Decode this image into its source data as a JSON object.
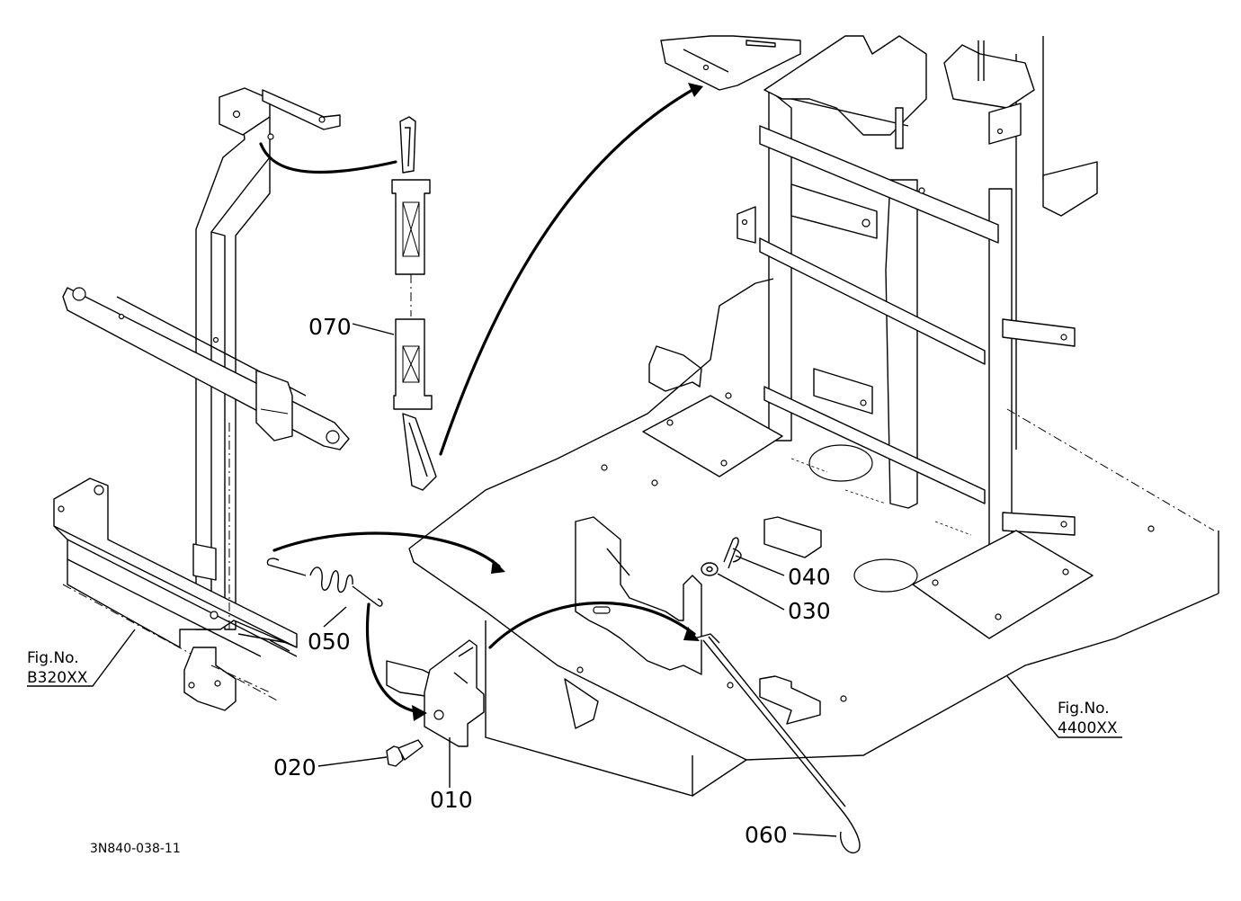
{
  "drawing_code": "3N840-038-11",
  "callouts": [
    {
      "id": "p010",
      "text": "010"
    },
    {
      "id": "p020",
      "text": "020"
    },
    {
      "id": "p030",
      "text": "030"
    },
    {
      "id": "p040",
      "text": "040"
    },
    {
      "id": "p050",
      "text": "050"
    },
    {
      "id": "p060",
      "text": "060"
    },
    {
      "id": "p070",
      "text": "070"
    }
  ],
  "figure_refs": {
    "left": {
      "line1": "Fig.No.",
      "line2": "B320XX"
    },
    "right": {
      "line1": "Fig.No.",
      "line2": "4400XX"
    }
  }
}
